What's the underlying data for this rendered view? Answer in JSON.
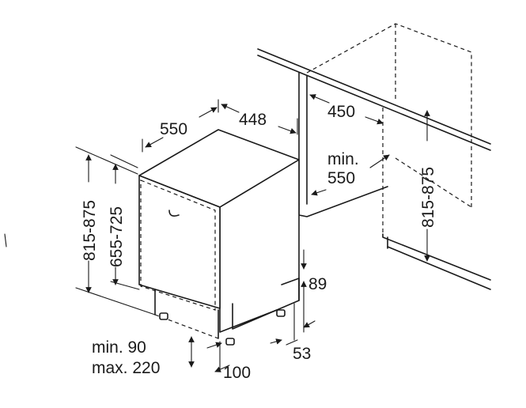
{
  "dimensions": {
    "depth_appliance": "550",
    "width_appliance": "448",
    "niche_width": "450",
    "niche_depth_min_1": "min.",
    "niche_depth_min_2": "550",
    "niche_height": "815-875",
    "appliance_height_total": "815-875",
    "appliance_height_body": "655-725",
    "plinth_height": "89",
    "plinth_setback": "53",
    "plinth_depth_1": "min. 90",
    "plinth_depth_2": "max. 220",
    "foot_offset": "100"
  }
}
